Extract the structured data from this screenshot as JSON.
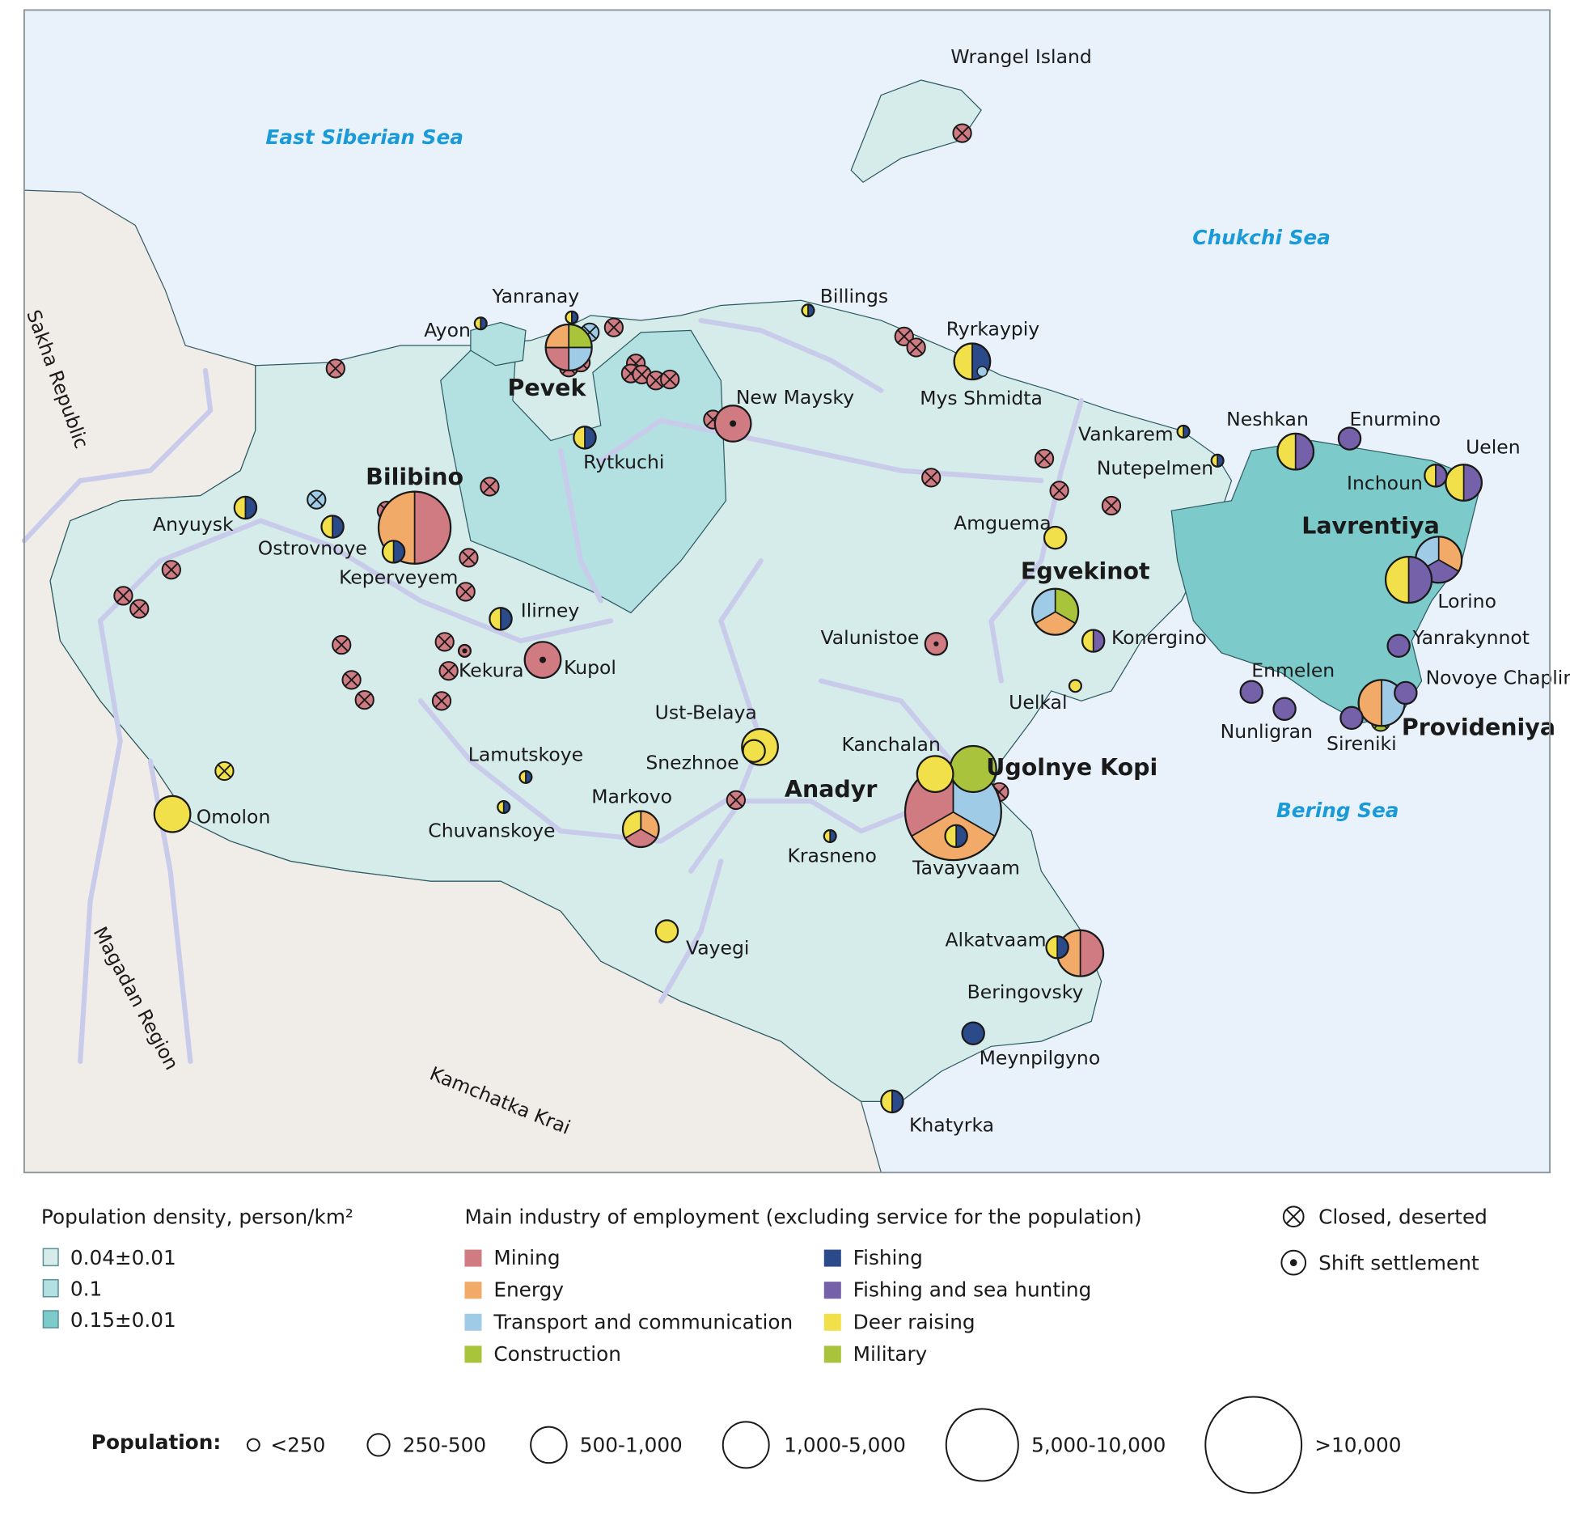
{
  "map": {
    "seas": [
      "East Siberian Sea",
      "Chukchi Sea",
      "Bering Sea"
    ],
    "regions": [
      "Sakha Republic",
      "Magadan Region",
      "Kamchatka Krai"
    ],
    "islands": [
      "Wrangel Island"
    ],
    "extra_labels": [
      "Mys Shmidta"
    ],
    "settlements": [
      {
        "name": "Pevek",
        "population": "1,000-5,000",
        "industries": [
          "Construction",
          "Transport and communication",
          "Mining",
          "Energy"
        ]
      },
      {
        "name": "Yanranay",
        "population": "<250",
        "industries": [
          "Fishing",
          "Deer raising"
        ]
      },
      {
        "name": "Ayon",
        "population": "<250",
        "industries": [
          "Fishing",
          "Deer raising"
        ]
      },
      {
        "name": "Bilibino",
        "population": "5,000-10,000",
        "industries": [
          "Mining",
          "Energy"
        ]
      },
      {
        "name": "Anyuysk",
        "population": "250-500",
        "industries": [
          "Fishing",
          "Deer raising"
        ]
      },
      {
        "name": "Ostrovnoye",
        "population": "250-500",
        "industries": [
          "Fishing",
          "Deer raising"
        ]
      },
      {
        "name": "Keperveyem",
        "population": "250-500",
        "industries": [
          "Fishing",
          "Deer raising"
        ]
      },
      {
        "name": "Ilirney",
        "population": "250-500",
        "industries": [
          "Fishing",
          "Deer raising"
        ]
      },
      {
        "name": "Kupol",
        "population": "500-1,000",
        "industries": [
          "Mining"
        ],
        "status": "Shift settlement"
      },
      {
        "name": "Kekura",
        "population": "<250",
        "industries": [
          "Mining"
        ],
        "status": "Shift settlement"
      },
      {
        "name": "New Maysky",
        "population": "500-1,000",
        "industries": [
          "Mining"
        ],
        "status": "Shift settlement"
      },
      {
        "name": "Rytkuchi",
        "population": "250-500",
        "industries": [
          "Fishing",
          "Deer raising"
        ]
      },
      {
        "name": "Billings",
        "population": "<250",
        "industries": [
          "Fishing",
          "Deer raising"
        ]
      },
      {
        "name": "Ryrkaypiy",
        "population": "500-1,000",
        "industries": [
          "Fishing",
          "Deer raising"
        ]
      },
      {
        "name": "Vankarem",
        "population": "<250",
        "industries": [
          "Fishing",
          "Deer raising"
        ]
      },
      {
        "name": "Nutepelmen",
        "population": "<250",
        "industries": [
          "Fishing",
          "Deer raising"
        ]
      },
      {
        "name": "Neshkan",
        "population": "500-1,000",
        "industries": [
          "Fishing and sea hunting",
          "Deer raising"
        ]
      },
      {
        "name": "Enurmino",
        "population": "250-500",
        "industries": [
          "Fishing and sea hunting"
        ]
      },
      {
        "name": "Inchoun",
        "population": "250-500",
        "industries": [
          "Fishing and sea hunting",
          "Deer raising"
        ]
      },
      {
        "name": "Uelen",
        "population": "500-1,000",
        "industries": [
          "Fishing and sea hunting",
          "Deer raising"
        ]
      },
      {
        "name": "Lavrentiya",
        "population": "1,000-5,000",
        "industries": [
          "Energy",
          "Fishing and sea hunting",
          "Transport and communication"
        ]
      },
      {
        "name": "Lorino",
        "population": "1,000-5,000",
        "industries": [
          "Fishing and sea hunting",
          "Deer raising"
        ]
      },
      {
        "name": "Yanrakynnot",
        "population": "250-500",
        "industries": [
          "Fishing and sea hunting"
        ]
      },
      {
        "name": "Novoye Chaplino",
        "population": "250-500",
        "industries": [
          "Fishing and sea hunting"
        ]
      },
      {
        "name": "Enmelen",
        "population": "250-500",
        "industries": [
          "Fishing and sea hunting"
        ]
      },
      {
        "name": "Nunligran",
        "population": "250-500",
        "industries": [
          "Fishing and sea hunting"
        ]
      },
      {
        "name": "Sireniki",
        "population": "250-500",
        "industries": [
          "Fishing and sea hunting"
        ]
      },
      {
        "name": "Provideniya",
        "population": "1,000-5,000",
        "industries": [
          "Transport and communication",
          "Energy"
        ]
      },
      {
        "name": "Egvekinot",
        "population": "1,000-5,000",
        "industries": [
          "Construction",
          "Energy",
          "Transport and communication"
        ]
      },
      {
        "name": "Konergino",
        "population": "250-500",
        "industries": [
          "Fishing and sea hunting",
          "Deer raising"
        ]
      },
      {
        "name": "Amguema",
        "population": "250-500",
        "industries": [
          "Deer raising"
        ]
      },
      {
        "name": "Uelkal",
        "population": "<250",
        "industries": [
          "Deer raising"
        ]
      },
      {
        "name": "Valunistoe",
        "population": "250-500",
        "industries": [
          "Mining"
        ],
        "status": "Shift settlement"
      },
      {
        "name": "Ust-Belaya",
        "population": "500-1,000",
        "industries": [
          "Deer raising"
        ]
      },
      {
        "name": "Snezhnoe",
        "population": "250-500",
        "industries": [
          "Deer raising"
        ]
      },
      {
        "name": "Lamutskoye",
        "population": "<250",
        "industries": [
          "Fishing",
          "Deer raising"
        ]
      },
      {
        "name": "Chuvanskoye",
        "population": "<250",
        "industries": [
          "Fishing",
          "Deer raising"
        ]
      },
      {
        "name": "Markovo",
        "population": "500-1,000",
        "industries": [
          "Energy",
          "Mining",
          "Deer raising"
        ]
      },
      {
        "name": "Omolon",
        "population": "500-1,000",
        "industries": [
          "Deer raising"
        ]
      },
      {
        "name": "Vayegi",
        "population": "250-500",
        "industries": [
          "Deer raising"
        ]
      },
      {
        "name": "Anadyr",
        "population": ">10,000",
        "industries": [
          "Transport and communication",
          "Energy",
          "Mining"
        ]
      },
      {
        "name": "Ugolnye Kopi",
        "population": "1,000-5,000",
        "industries": [
          "Military"
        ]
      },
      {
        "name": "Kanchalan",
        "population": "500-1,000",
        "industries": [
          "Deer raising"
        ]
      },
      {
        "name": "Tavayvaam",
        "population": "250-500",
        "industries": [
          "Fishing",
          "Deer raising"
        ]
      },
      {
        "name": "Krasneno",
        "population": "<250",
        "industries": [
          "Fishing",
          "Deer raising"
        ]
      },
      {
        "name": "Alkatvaam",
        "population": "250-500",
        "industries": [
          "Fishing",
          "Deer raising"
        ]
      },
      {
        "name": "Beringovsky",
        "population": "1,000-5,000",
        "industries": [
          "Mining",
          "Energy"
        ]
      },
      {
        "name": "Meynpilgyno",
        "population": "250-500",
        "industries": [
          "Fishing"
        ]
      },
      {
        "name": "Khatyrka",
        "population": "250-500",
        "industries": [
          "Fishing",
          "Deer raising"
        ]
      }
    ]
  },
  "legend": {
    "density_title": "Population density, person/km²",
    "density": [
      {
        "label": "0.04±0.01",
        "color": "#d6ecea"
      },
      {
        "label": "0.1",
        "color": "#b3e0e1"
      },
      {
        "label": "0.15±0.01",
        "color": "#7ccaca"
      }
    ],
    "industry_title": "Main industry of employment (excluding service for the population)",
    "industries": [
      {
        "label": "Mining",
        "color": "#d07a82"
      },
      {
        "label": "Energy",
        "color": "#f2aa68"
      },
      {
        "label": "Transport and communication",
        "color": "#9fcbe6"
      },
      {
        "label": "Construction",
        "color": "#a8c43a"
      },
      {
        "label": "Fishing",
        "color": "#2b4a8a"
      },
      {
        "label": "Fishing and sea hunting",
        "color": "#7560aa"
      },
      {
        "label": "Deer raising",
        "color": "#f2e04a"
      },
      {
        "label": "Military",
        "color": "#a9c43c"
      }
    ],
    "symbols": {
      "closed": "Closed, deserted",
      "shift": "Shift settlement"
    },
    "population_title": "Population:",
    "population_classes": [
      "<250",
      "250-500",
      "500-1,000",
      "1,000-5,000",
      "5,000-10,000",
      ">10,000"
    ]
  },
  "colors": {
    "sea": "#e9f2fa",
    "neighbor_land": "#f0ede8",
    "river": "#c9cbeb"
  }
}
